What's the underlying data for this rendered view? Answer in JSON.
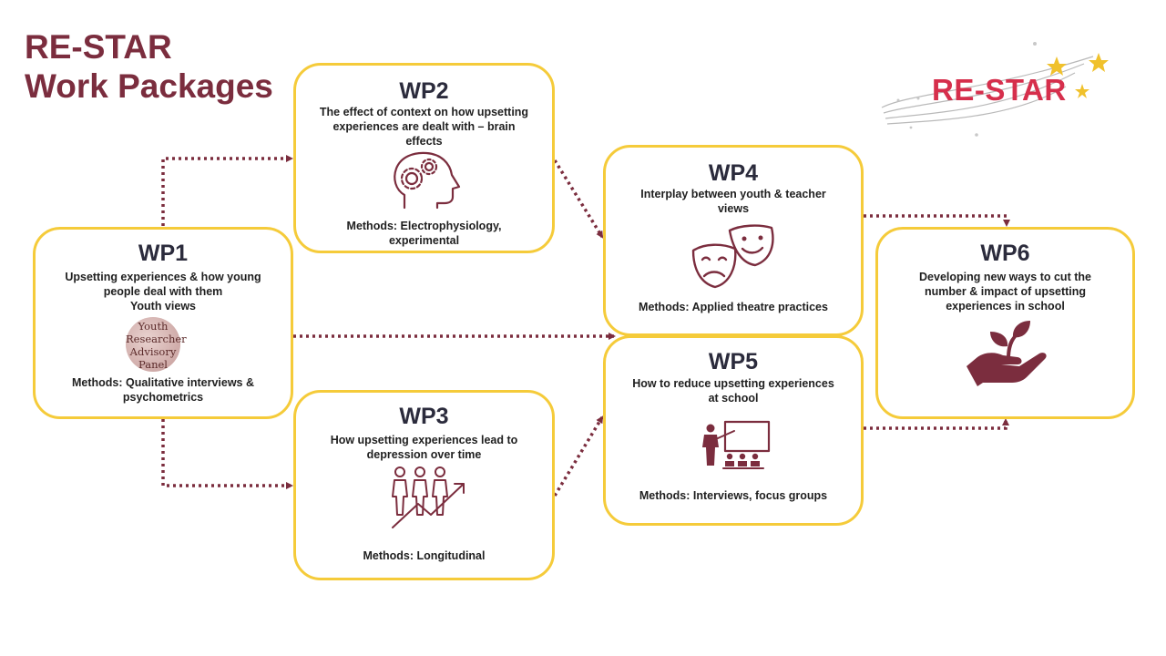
{
  "title": {
    "line1": "RE-STAR",
    "line2": "Work Packages"
  },
  "logo": {
    "text": "RE-STAR"
  },
  "colors": {
    "box_border": "#f5cb3a",
    "accent": "#7b2d3e",
    "connector": "#7b2d3e",
    "logo_red": "#d62f4c",
    "gold": "#f0c12c"
  },
  "wp1": {
    "label": "WP1",
    "desc1": "Upsetting experiences & how young",
    "desc2": "people deal with them",
    "desc3": "Youth views",
    "panel1": "Youth",
    "panel2": "Researcher",
    "panel3": "Advisory",
    "panel4": "Panel",
    "methods1": "Methods: Qualitative interviews &",
    "methods2": "psychometrics"
  },
  "wp2": {
    "label": "WP2",
    "desc1": "The effect of context on how upsetting",
    "desc2": "experiences are dealt with – brain",
    "desc3": "effects",
    "icon": "head-gears-icon",
    "methods1": "Methods: Electrophysiology,",
    "methods2": "experimental"
  },
  "wp3": {
    "label": "WP3",
    "desc1": "How upsetting experiences lead to",
    "desc2": "depression over time",
    "icon": "people-trend-icon",
    "methods1": "Methods: Longitudinal"
  },
  "wp4": {
    "label": "WP4",
    "desc1": "Interplay between youth & teacher",
    "desc2": "views",
    "icon": "theatre-masks-icon",
    "methods1": "Methods: Applied theatre practices"
  },
  "wp5": {
    "label": "WP5",
    "desc1": "How to reduce upsetting experiences",
    "desc2": "at school",
    "icon": "teacher-classroom-icon",
    "methods1": "Methods: Interviews, focus groups"
  },
  "wp6": {
    "label": "WP6",
    "desc1": "Developing new ways to cut the",
    "desc2": "number & impact of upsetting",
    "desc3": "experiences in school",
    "icon": "hand-plant-icon"
  }
}
